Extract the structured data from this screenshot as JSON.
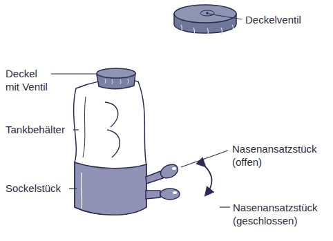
{
  "diagram": {
    "labels": [
      "Deckelventil",
      "Deckel mit Ventil",
      "Tankbehälter",
      "Nasenansatzstück (offen)",
      "Nasenansatzstück (geschlossen)",
      "Sockelstück"
    ]
  }
}
